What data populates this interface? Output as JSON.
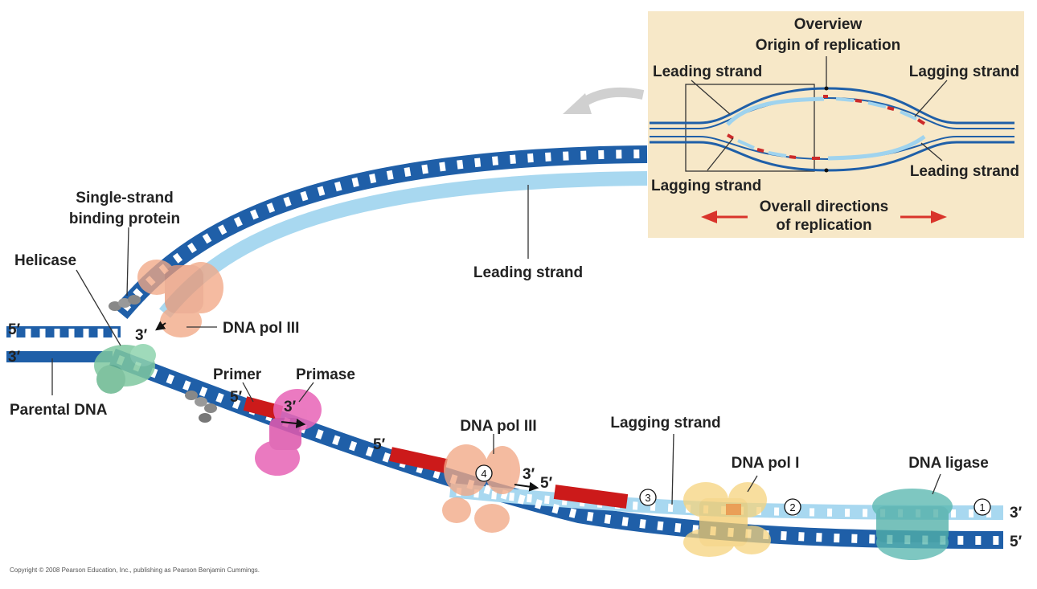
{
  "labels": {
    "single_strand_binding_protein_line1": "Single-strand",
    "single_strand_binding_protein_line2": "binding protein",
    "helicase": "Helicase",
    "leading_strand_main": "Leading strand",
    "dna_pol_iii_top": "DNA pol III",
    "parental_dna": "Parental DNA",
    "primer": "Primer",
    "primase": "Primase",
    "dna_pol_iii_bottom": "DNA pol III",
    "lagging_strand_main": "Lagging strand",
    "dna_pol_i": "DNA pol I",
    "dna_ligase": "DNA ligase",
    "five_prime_top_left": "5′",
    "three_prime_left": "3′",
    "three_prime_fork": "3′",
    "five_prime_primer": "5′",
    "three_prime_primer": "3′",
    "five_prime_fragment": "5′",
    "three_prime_polIII": "3′",
    "five_prime_fragment2": "5′",
    "three_prime_right": "3′",
    "five_prime_right": "5′"
  },
  "steps": [
    "4",
    "3",
    "2",
    "1"
  ],
  "overview": {
    "title": "Overview",
    "origin": "Origin of replication",
    "leading_strand_top": "Leading strand",
    "lagging_strand_top": "Lagging strand",
    "lagging_strand_bottom": "Lagging strand",
    "leading_strand_bottom": "Leading strand",
    "directions_line1": "Overall directions",
    "directions_line2": "of replication"
  },
  "copyright": "Copyright © 2008 Pearson Education, Inc., publishing as Pearson Benjamin Cummings.",
  "colors": {
    "dark_blue_strand": "#1f5fa8",
    "light_blue_strand": "#a8d8f0",
    "primer_red": "#cc1a1a",
    "overview_bg": "#f7e8c8",
    "polIII_salmon": "#f2a886",
    "helicase_green": "#7fc8a0",
    "primase_pink": "#e868b8",
    "polI_yellow": "#f6d47e",
    "ligase_teal": "#5ab8b0",
    "arrow_red": "#d9342b"
  }
}
